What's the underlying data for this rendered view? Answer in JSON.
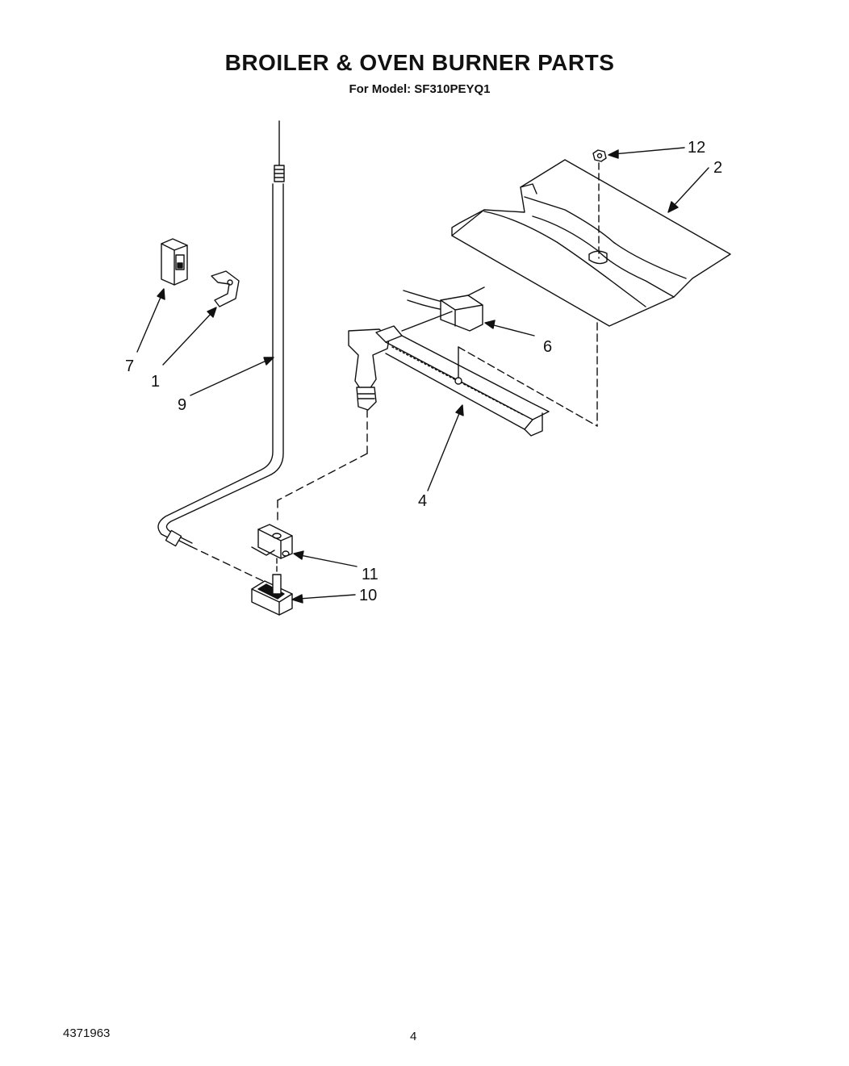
{
  "header": {
    "title": "BROILER & OVEN BURNER PARTS",
    "subtitle": "For Model: SF310PEYQ1"
  },
  "callouts": [
    {
      "id": "12",
      "label": "12"
    },
    {
      "id": "2",
      "label": "2"
    },
    {
      "id": "6",
      "label": "6"
    },
    {
      "id": "7",
      "label": "7"
    },
    {
      "id": "1",
      "label": "1"
    },
    {
      "id": "9",
      "label": "9"
    },
    {
      "id": "4",
      "label": "4"
    },
    {
      "id": "11",
      "label": "11"
    },
    {
      "id": "10",
      "label": "10"
    }
  ],
  "footer": {
    "doc_number": "4371963",
    "page_number": "4"
  },
  "colors": {
    "ink": "#111111",
    "background": "#ffffff"
  }
}
